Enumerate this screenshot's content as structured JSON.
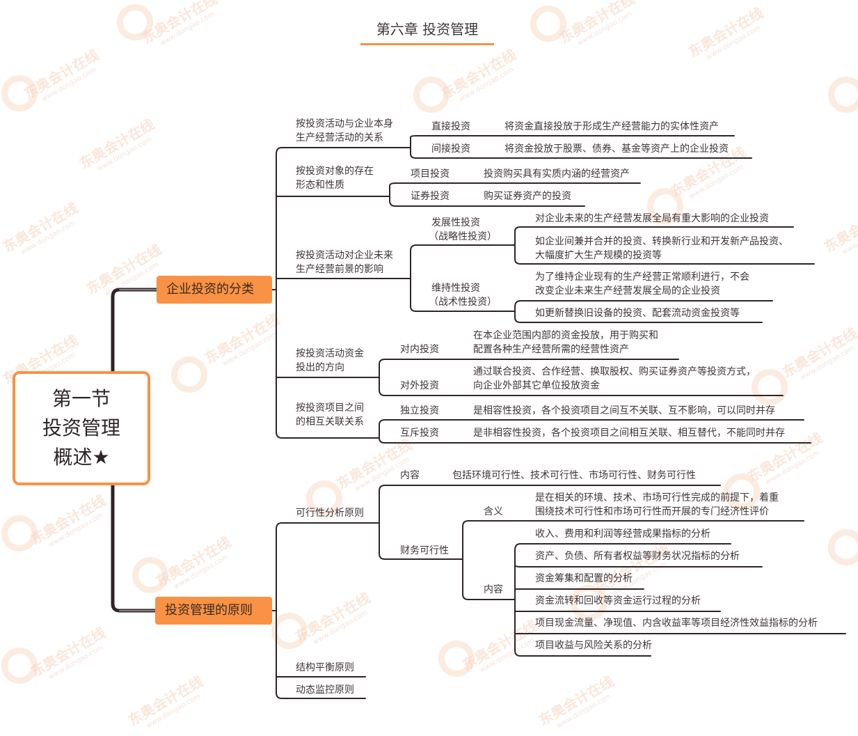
{
  "header": {
    "title": "第六章  投资管理",
    "accent_color": "#f7903f"
  },
  "root": {
    "lines": [
      "第一节",
      "投资管理",
      "概述★"
    ],
    "border_color": "#f99244"
  },
  "watermark": {
    "brand": "东奥会计在线",
    "url": "www.dongao.com"
  },
  "branches": [
    {
      "label": "企业投资的分类",
      "children": [
        {
          "label": "按投资活动与企业本身生产经营活动的关系",
          "lines": [
            "按投资活动与企业本身",
            "生产经营活动的关系"
          ],
          "children": [
            {
              "label": "直接投资",
              "desc": "将资金直接投放于形成生产经营能力的实体性资产"
            },
            {
              "label": "间接投资",
              "desc": "将资金投放于股票、债券、基金等资产上的企业投资"
            }
          ]
        },
        {
          "label": "按投资对象的存在形态和性质",
          "lines": [
            "按投资对象的存在",
            "形态和性质"
          ],
          "children": [
            {
              "label": "项目投资",
              "desc": "投资购买具有实质内涵的经营资产"
            },
            {
              "label": "证券投资",
              "desc": "购买证券资产的投资"
            }
          ]
        },
        {
          "label": "按投资活动对企业未来生产经营前景的影响",
          "lines": [
            "按投资活动对企业未来",
            "生产经营前景的影响"
          ],
          "children": [
            {
              "label": "发展性投资（战略性投资）",
              "lines": [
                "发展性投资",
                "（战略性投资）"
              ],
              "descs": [
                [
                  "对企业未来的生产经营发展全局有重大影响的企业投资"
                ],
                [
                  "如企业间兼并合并的投资、转换新行业和开发新产品投资、",
                  "大幅度扩大生产规模的投资等"
                ]
              ]
            },
            {
              "label": "维持性投资（战术性投资）",
              "lines": [
                "维持性投资",
                "（战术性投资）"
              ],
              "descs": [
                [
                  "为了维持企业现有的生产经营正常顺利进行，不会",
                  "改变企业未来生产经营发展全局的企业投资"
                ],
                [
                  "如更新替换旧设备的投资、配套流动资金投资等"
                ]
              ]
            }
          ]
        },
        {
          "label": "按投资活动资金投出的方向",
          "lines": [
            "按投资活动资金",
            "投出的方向"
          ],
          "children": [
            {
              "label": "对内投资",
              "desc_lines": [
                "在本企业范围内部的资金投放，用于购买和",
                "配置各种生产经营所需的经营性资产"
              ]
            },
            {
              "label": "对外投资",
              "desc_lines": [
                "通过联合投资、合作经营、换取股权、购买证券资产等投资方式，",
                "向企业外部其它单位投放资金"
              ]
            }
          ]
        },
        {
          "label": "按投资项目之间的相互关联关系",
          "lines": [
            "按投资项目之间",
            "的相互关联关系"
          ],
          "children": [
            {
              "label": "独立投资",
              "desc": "是相容性投资，各个投资项目之间互不关联、互不影响，可以同时并存"
            },
            {
              "label": "互斥投资",
              "desc": "是非相容性投资，各个投资项目之间相互关联、相互替代，不能同时并存"
            }
          ]
        }
      ]
    },
    {
      "label": "投资管理的原则",
      "children": [
        {
          "label": "可行性分析原则",
          "children": [
            {
              "label": "内容",
              "desc": "包括环境可行性、技术可行性、市场可行性、财务可行性"
            },
            {
              "label": "财务可行性",
              "children": [
                {
                  "label": "含义",
                  "desc_lines": [
                    "是在相关的环境、技术、市场可行性完成的前提下，着重",
                    "围绕技术可行性和市场可行性而开展的专门经济性评价"
                  ]
                },
                {
                  "label": "内容",
                  "items": [
                    "收入、费用和利润等经营成果指标的分析",
                    "资产、负债、所有者权益等财务状况指标的分析",
                    "资金筹集和配置的分析",
                    "资金流转和回收等资金运行过程的分析",
                    "项目现金流量、净现值、内含收益率等项目经济性效益指标的分析",
                    "项目收益与风险关系的分析"
                  ]
                }
              ]
            }
          ]
        },
        {
          "label": "结构平衡原则"
        },
        {
          "label": "动态监控原则"
        }
      ]
    }
  ]
}
